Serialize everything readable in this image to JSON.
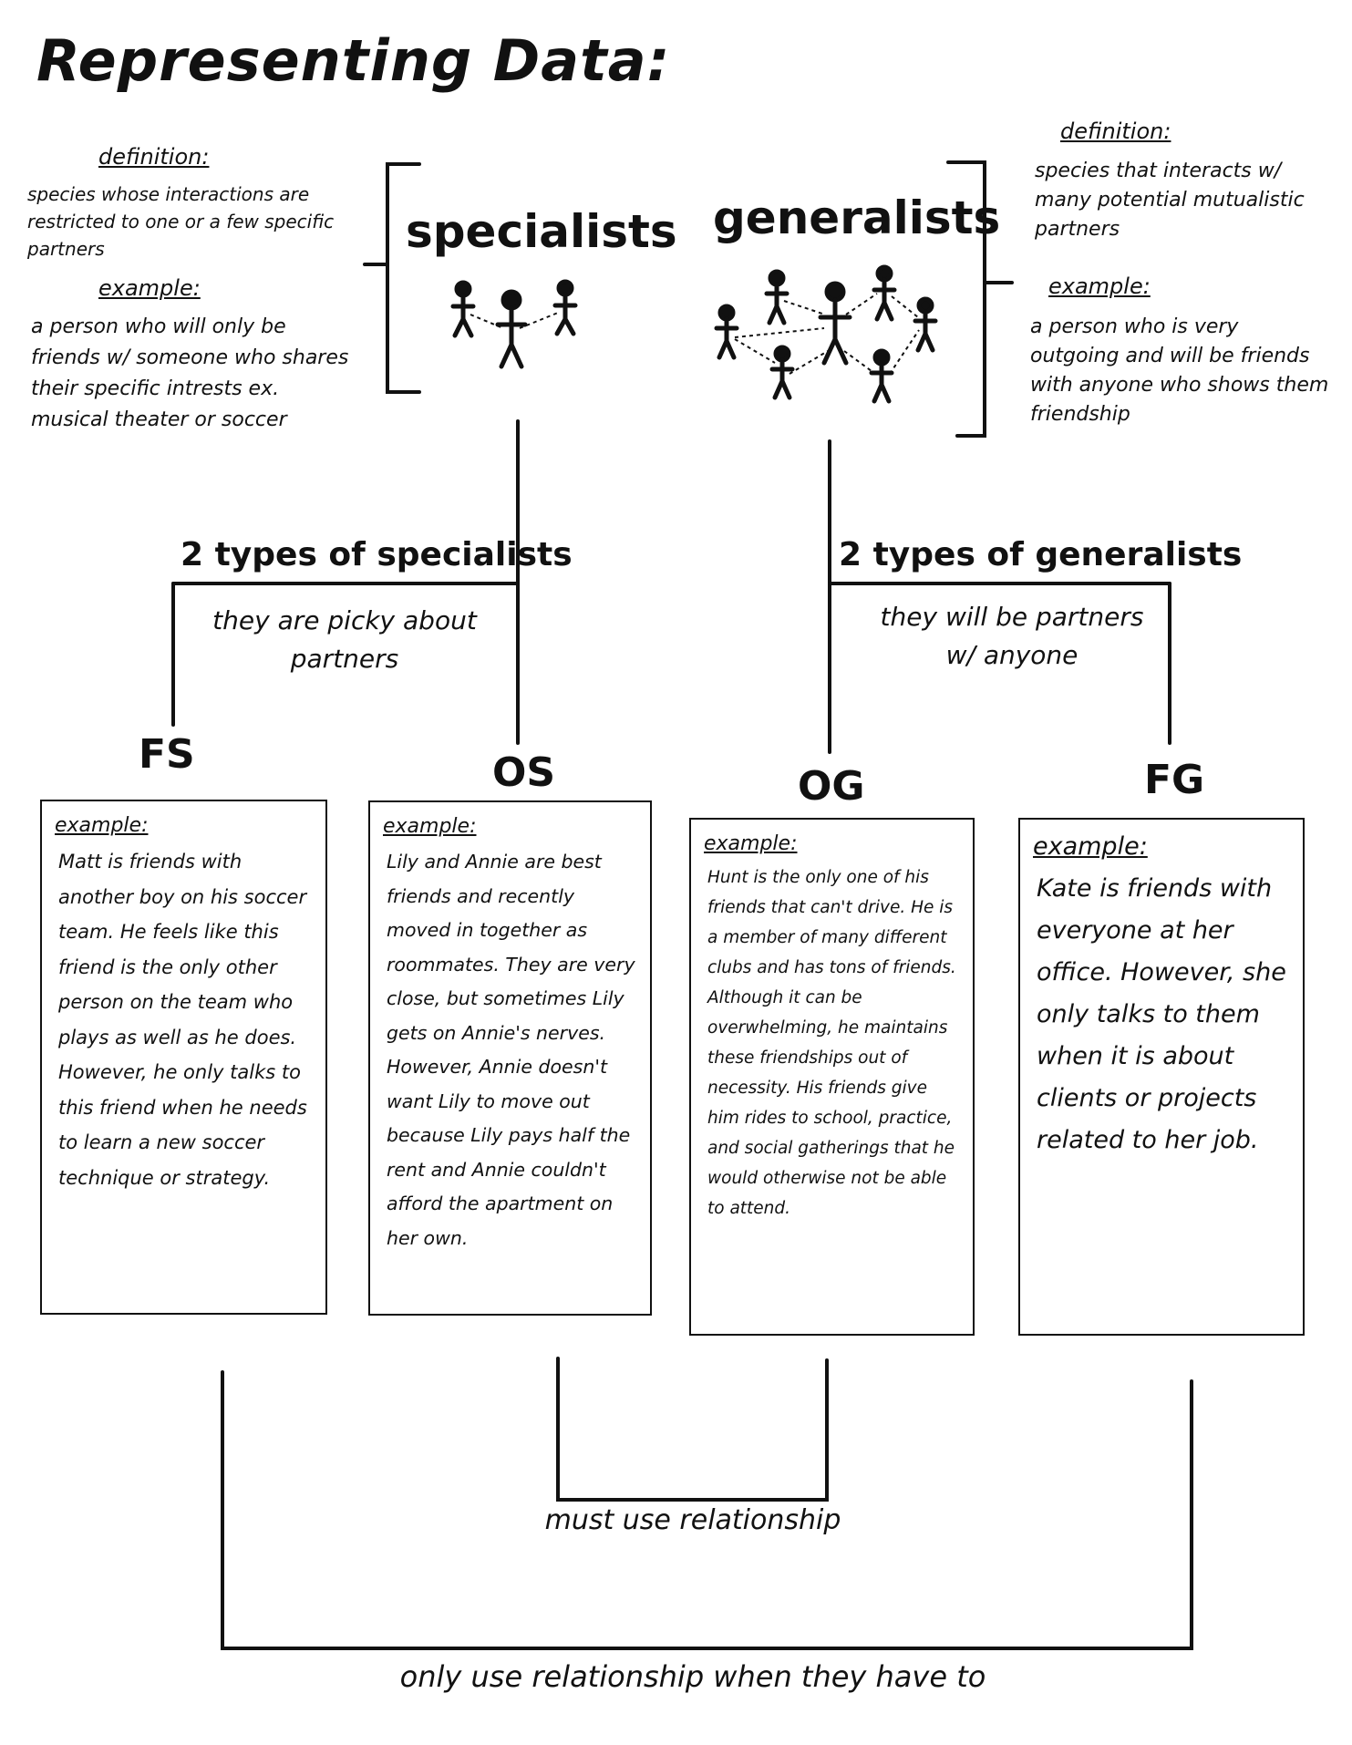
{
  "title": "Representing Data:",
  "left_definition": {
    "definition_label": "definition:",
    "definition_text": "species whose interactions are restricted to one or a few specific partners",
    "example_label": "example:",
    "example_text": "a person who will only be friends w/ someone who shares their specific intrests ex. musical theater or soccer"
  },
  "right_definition": {
    "definition_label": "definition:",
    "definition_text": "species that interacts w/ many potential mutualistic partners",
    "example_label": "example:",
    "example_text": "a person who is very outgoing and will be friends with anyone who shows them friendship"
  },
  "specialists": "specialists",
  "generalists": "generalists",
  "specialists_branch": {
    "title": "2 types of specialists",
    "subtitle": "they are picky about partners"
  },
  "generalists_branch": {
    "title": "2 types of generalists",
    "subtitle": "they will be partners w/ anyone"
  },
  "types": [
    {
      "abbr": "FS",
      "example_label": "example:",
      "text": "Matt is friends with another boy on his soccer team. He feels like this friend is the only other person on the team who plays as well as he does. However, he only talks to this friend when he needs to learn a new soccer technique or strategy."
    },
    {
      "abbr": "OS",
      "example_label": "example:",
      "text": "Lily and Annie are best friends and recently moved in together as roommates. They are very close, but sometimes Lily gets on Annie's nerves. However, Annie doesn't want Lily to move out because Lily pays half the rent and Annie couldn't afford the apartment on her own."
    },
    {
      "abbr": "OG",
      "example_label": "example:",
      "text": "Hunt is the only one of his friends that can't drive. He is a member of many different clubs and has tons of friends. Although it can be overwhelming, he maintains these friendships out of necessity. His friends give him rides to school, practice, and social gatherings that he would otherwise not be able to attend."
    },
    {
      "abbr": "FG",
      "example_label": "example:",
      "text": "Kate is friends with everyone at her office. However, she only talks to them when it is about clients or projects related to her job."
    }
  ],
  "must_use": "must use relationship",
  "only_when": "only use relationship when they have to"
}
